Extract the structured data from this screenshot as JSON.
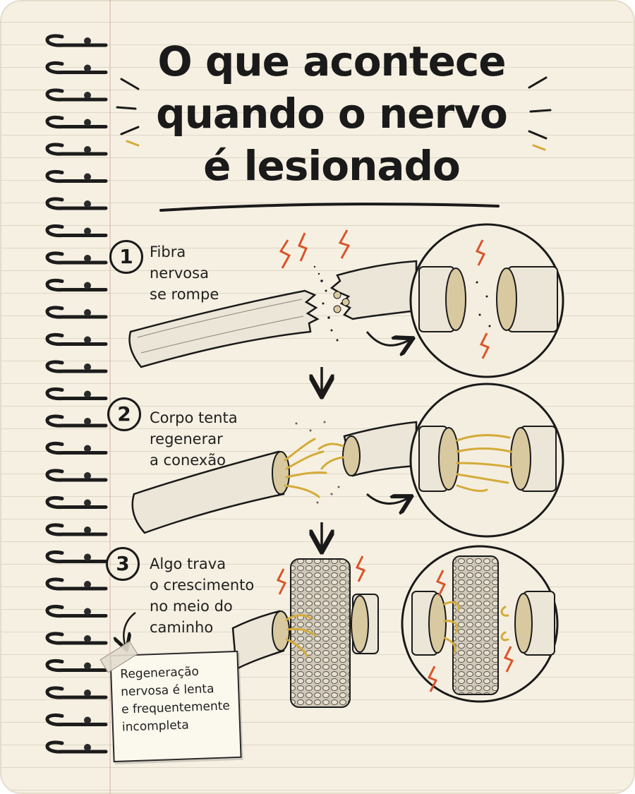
{
  "title": {
    "line1": "O que acontece",
    "line2": "quando o nervo",
    "line3": "é lesionado"
  },
  "steps": [
    {
      "number": "1",
      "lines": [
        "Fibra",
        "nervosa",
        "se rompe"
      ]
    },
    {
      "number": "2",
      "lines": [
        "Corpo tenta",
        "regenerar",
        "a conexão"
      ]
    },
    {
      "number": "3",
      "lines": [
        "Algo trava",
        "o crescimento",
        "no meio do",
        "caminho"
      ]
    }
  ],
  "note": {
    "lines": [
      "Regeneração",
      "nervosa é lenta",
      "e frequentemente",
      "incompleta"
    ]
  },
  "colors": {
    "paper": "#f6f0e2",
    "ink": "#1a1a1a",
    "spark": "#d9542b",
    "fiber": "#d4ab3a",
    "nerve_fill": "#ece6d8"
  }
}
